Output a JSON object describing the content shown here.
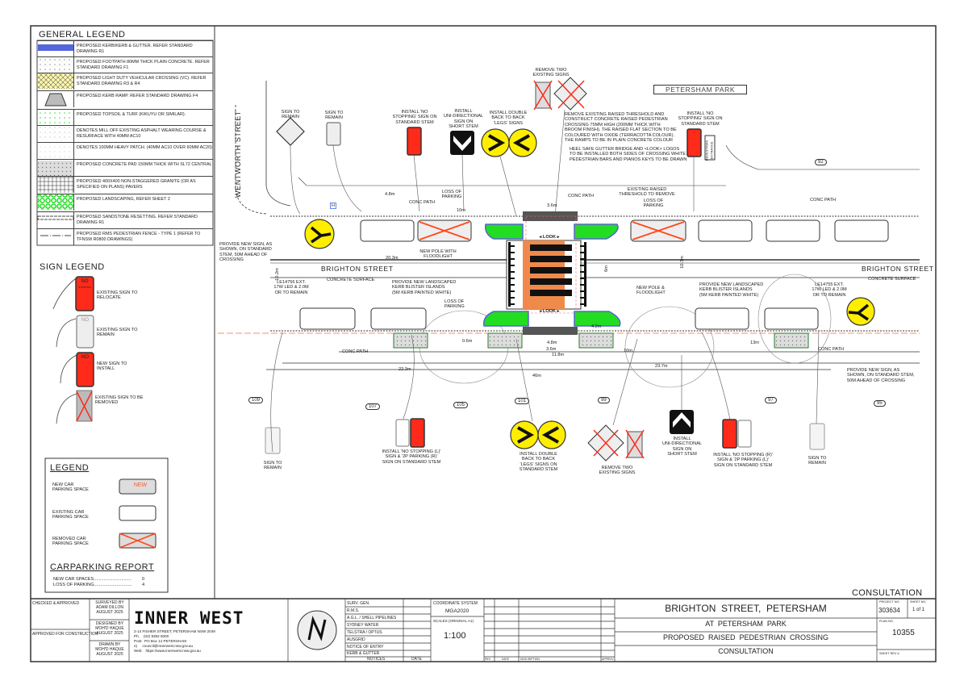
{
  "general_legend": {
    "title": "GENERAL LEGEND",
    "items": [
      {
        "label": "PROPOSED KERB/KERB & GUTTER. REFER STANDARD DRAWING R1",
        "swatch": "kerb"
      },
      {
        "label": "PROPOSED FOOTPATH 80mm THICK PLAIN CONCRETE. REFER STANDARD DRAWING F1",
        "swatch": "footpath"
      },
      {
        "label": "PROPOSED LIGHT DUTY VEHICULAR CROSSING (VC). REFER STANDARD DRAWING R3 & R4",
        "swatch": "vc"
      },
      {
        "label": "PROPOSED KERB RAMP. REFER STANDARD DRAWING F4",
        "swatch": "ramp"
      },
      {
        "label": "PROPOSED TOPSOIL & TURF (KIKUYU OR SIMILAR).",
        "swatch": "turf"
      },
      {
        "label": "DENOTES MILL OFF EXISTING ASPHALT WEARING COURSE & RESURFACE WITH 40mm AC10",
        "swatch": "mill"
      },
      {
        "label": "DENOTES 100mm HEAVY PATCH. (40MM AC10 OVER 60mm AC20)",
        "swatch": "patch"
      },
      {
        "label": "PROPOSED CONCRETE PAD 150mm THICK WITH SL72 CENTRAL",
        "swatch": "pad"
      },
      {
        "label": "PROPOSED 400x400 NON-STAGGERED GRANITE (OR AS SPECIFIED ON PLANS) PAVERS",
        "swatch": "granite"
      },
      {
        "label": "PROPOSED LANDSCAPING, REFER SHEET 2",
        "swatch": "landscape"
      },
      {
        "label": "PROPOSED SANDSTONE RESETTING. REFER STANDARD DRAWING R1",
        "swatch": "sandstone"
      },
      {
        "label": "PROPOSED RMS PEDESTRIAN FENCE - TYPE 1 (REFER TO TfNSW R0800 DRAWINGS)",
        "swatch": "fence"
      }
    ]
  },
  "sign_legend": {
    "title": "SIGN LEGEND",
    "sign_text": "NO",
    "sign_sub": "STOPPING",
    "items": [
      {
        "label": "EXISTING SIGN TO RELOCATE"
      },
      {
        "label": "EXISTING SIGN TO REMAIN"
      },
      {
        "label": "NEW SIGN TO INSTALL"
      },
      {
        "label": "EXISTING SIGN TO BE REMOVED"
      }
    ]
  },
  "parking_legend": {
    "title": "LEGEND",
    "new_badge": "NEW",
    "items": [
      {
        "label": "NEW CAR PARKING SPACE"
      },
      {
        "label": "EXISTING CAR PARKING SPACE"
      },
      {
        "label": "REMOVED CAR PARKING SPACE"
      }
    ]
  },
  "carparking_report": {
    "title": "CARPARKING REPORT",
    "rows": [
      {
        "label": "NEW CAR SPACES..............................",
        "value": "0"
      },
      {
        "label": "LOSS OF PARKING..............................",
        "value": "4"
      }
    ]
  },
  "streets": {
    "brighton": "BRIGHTON STREET",
    "wentworth": "WENTWORTH STREET",
    "concrete_surface": "CONCRETE SURFACE",
    "park": "PETERSHAM PARK",
    "pedestrian_entrance": "PEDESTRIAN ENTRANCE"
  },
  "crossing": {
    "look": "◂ LOOK ▸",
    "hydrant": "H"
  },
  "annotations": [
    "SIGN TO\nREMAIN",
    "SIGN TO\nREMAIN",
    "INSTALL 'NO\nSTOPPING' SIGN ON\nSTANDARD STEM",
    "INSTALL\nUNI-DIRECTIONAL\nSIGN ON\nSHORT STEM",
    "INSTALL DOUBLE\nBACK TO BACK\n'LEGS' SIGNS",
    "REMOVE TWO\nEXISTING SIGNS",
    "REMOVE EXISTING RAISED THRESHOLD AND\nCONSTRUCT CONCRETE RAISED PEDESTRIAN\nCROSSING 75mm HIGH (200mm THICK WITH\nBROOM FINISH). THE RAISED FLAT SECTION TO BE\nCOLOURED WITH OXIDE (TERRACOTTA COLOUR).\nTHE RAMPS TO BE IN PLAIN CONCRETE COLOUR",
    "HEEL SAFE GUTTER BRIDGE AND <LOOK> LOGOS\nTO BE INSTALLED BOTH SIDES OF CROSSING WHITE\nPEDESTRIAN BARS AND PIANOS KEYS TO BE DRAWN",
    "INSTALL 'NO\nSTOPPING' SIGN ON\nSTANDARD STEM",
    "PROVIDE NEW SIGN, AS\nSHOWN, ON STANDARD\nSTEM, 50M AHEAD OF\nCROSSING",
    "LE14756 EXT.\n17W LED & 2.0m\nOR TO REMAIN",
    "PROVIDE NEW LANDSCAPED\nKERB BLISTER ISLANDS\n(5M KERB PAINTED WHITE)",
    "LOSS OF\nPARKING",
    "NEW POLE WITH\nFLOODLIGHT",
    "LOSS OF\nPARKING",
    "CONC PATH",
    "CONC PATH",
    "EXISTING RAISED\nTHRESHOLD TO REMOVE",
    "LOSS OF\nPARKING",
    "CONC PATH",
    "NEW POLE &\nFLOODLIGHT",
    "PROVIDE NEW LANDSCAPED\nKERB BLISTER ISLANDS\n(5M KERB PAINTED WHITE)",
    "LE14755 EXT.\n17W LED & 2.0m\nOR TO REMAIN",
    "CONC PATH",
    "CONC PATH",
    "PROVIDE NEW SIGN, AS\nSHOWN, ON STANDARD STEM,\n50m AHEAD OF CROSSING",
    "SIGN TO\nREMAIN",
    "INSTALL 'NO STOPPING (L)'\nSIGN & '2P PARKING (R)'\nSIGN ON STANDARD STEM",
    "INSTALL DOUBLE\nBACK TO BACK\n'LEGS' SIGNS ON\nSTANDARD STEM",
    "REMOVE TWO\nEXISTING SIGNS",
    "INSTALL\nUNI-DIRECTIONAL\nSIGN ON\nSHORT STEM",
    "INSTALL 'NO STOPPING (R)'\nSIGN & '2P PARKING (L)'\nSIGN ON STANDARD STEM",
    "SIGN TO\nREMAIN"
  ],
  "dimensions": [
    "4.8m",
    "20.3m",
    "10.2m",
    "22.3m",
    "46m",
    "11.8m",
    "23.7m",
    "10m",
    "13m",
    "3.6m",
    "10.3m",
    "0.6m",
    "10m",
    "3.6m",
    "6m",
    "4.2m",
    "4.8m"
  ],
  "property_numbers": [
    "109",
    "107",
    "105",
    "101",
    "99",
    "97",
    "95",
    "92"
  ],
  "status_stamp": "CONSULTATION",
  "title_block": {
    "checked": "CHECKED & APPROVED",
    "approved": "APPROVED FOR CONSTRUCTION",
    "surveyed": "SURVEYED BY\nADAM DILLON\nAUGUST 2025",
    "designed": "DESIGNED BY\nMOH'D HAQUE\nAUGUST 2025",
    "drawn": "DRAWN BY\nMOH'D HAQUE\nAUGUST 2025",
    "council": "INNER WEST",
    "address": "2-14 FISHER STREET, PETERSHAM NSW 2049\nPh.    (02) 9392 5000\nPost:  PO Box 14 PETERSHAM\ne)     council@innerwest.nsw.gov.au\nWeb:   https://www.innerwest.nsw.gov.au",
    "notices": [
      "SURV. GEN.",
      "R.M.S.",
      "A.G.L. / SHELL PIPELINES",
      "SYDNEY WATER",
      "TELSTRA / OPTUS",
      "AUSGRID",
      "NOTICE OF ENTRY",
      "KERB & GUTTER"
    ],
    "notices_header": "NOTICES",
    "date_header": "DATE",
    "coord_label": "COORDINATE SYSTEM",
    "coord_value": "MGA2020",
    "scale_label": "SCALES  (ORIGINAL A1)",
    "scale_value": "1:100",
    "rev_headers": [
      "REV",
      "DATE",
      "DESCRIPTION",
      "APPROV."
    ],
    "title1": "BRIGHTON  STREET,  PETERSHAM",
    "title2": "AT  PETERSHAM  PARK",
    "title3": "PROPOSED  RAISED  PEDESTRIAN  CROSSING",
    "title4": "CONSULTATION",
    "project_label": "PROJECT NO.",
    "project_no": "303634",
    "sheet_label": "SHEET NO.",
    "sheet_no": "1 of 1",
    "plan_label": "PLAN NO.",
    "plan_no": "10355",
    "sheet_rev_label": "SHEET REV #"
  },
  "colors": {
    "crossing": "#f08a4b",
    "island": "#22dd22",
    "removed": "#ff4a1a",
    "no_stopping": "#ff2a1a",
    "legs_sign": "#ffee00",
    "kerb": "#5566cc"
  }
}
